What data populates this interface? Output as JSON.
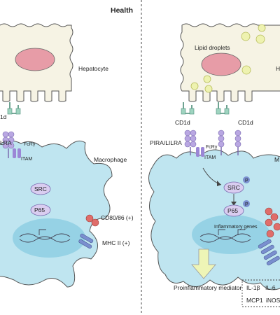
{
  "title": "Health",
  "left_panel": {
    "hepatocyte_label": "Hepatocyte",
    "cd1d_label": "1d",
    "receptor_label": "LRA",
    "fcr_label": "FcRγ",
    "itam_label": "ITAM",
    "macrophage_label": "Macrophage",
    "src_label": "SRC",
    "p65_label": "P65",
    "cd80_label": "CD80/86 (+)",
    "mhc_label": "MHC II (+)"
  },
  "right_panel": {
    "lipid_label": "Lipid droplets",
    "hepatocyte_label_partial": "H",
    "cd1d_left_label": "CD1d",
    "cd1d_right_label": "CD1d",
    "receptor_label": "PIRA/LILRA",
    "fcr_label": "FcRγ",
    "itam_label": "ITAM",
    "macrophage_label_partial": "M",
    "phospho_label": "P",
    "src_label": "SRC",
    "p65_label": "P65",
    "genes_label": "Inflammatory genes",
    "mediator_label": "Proinflammatory mediator",
    "cytokines": [
      "IL-1β",
      "IL-6",
      "MCP1",
      "iNOS"
    ]
  },
  "colors": {
    "hepatocyte_fill": "#f6f3e4",
    "nucleus_fill": "#e79ca7",
    "macrophage_fill": "#bfe5f0",
    "macrophage_nucleus": "#8ecfe3",
    "protein_fill": "#d9cdf0",
    "receptor_purple": "#b9a7e2",
    "cd1d_green": "#9fd4c0",
    "lipid_fill": "#eef2b0",
    "cd80_red": "#e06d6a",
    "mhc_blue": "#7a8fcf",
    "arrow_fill": "#eef5b6"
  }
}
